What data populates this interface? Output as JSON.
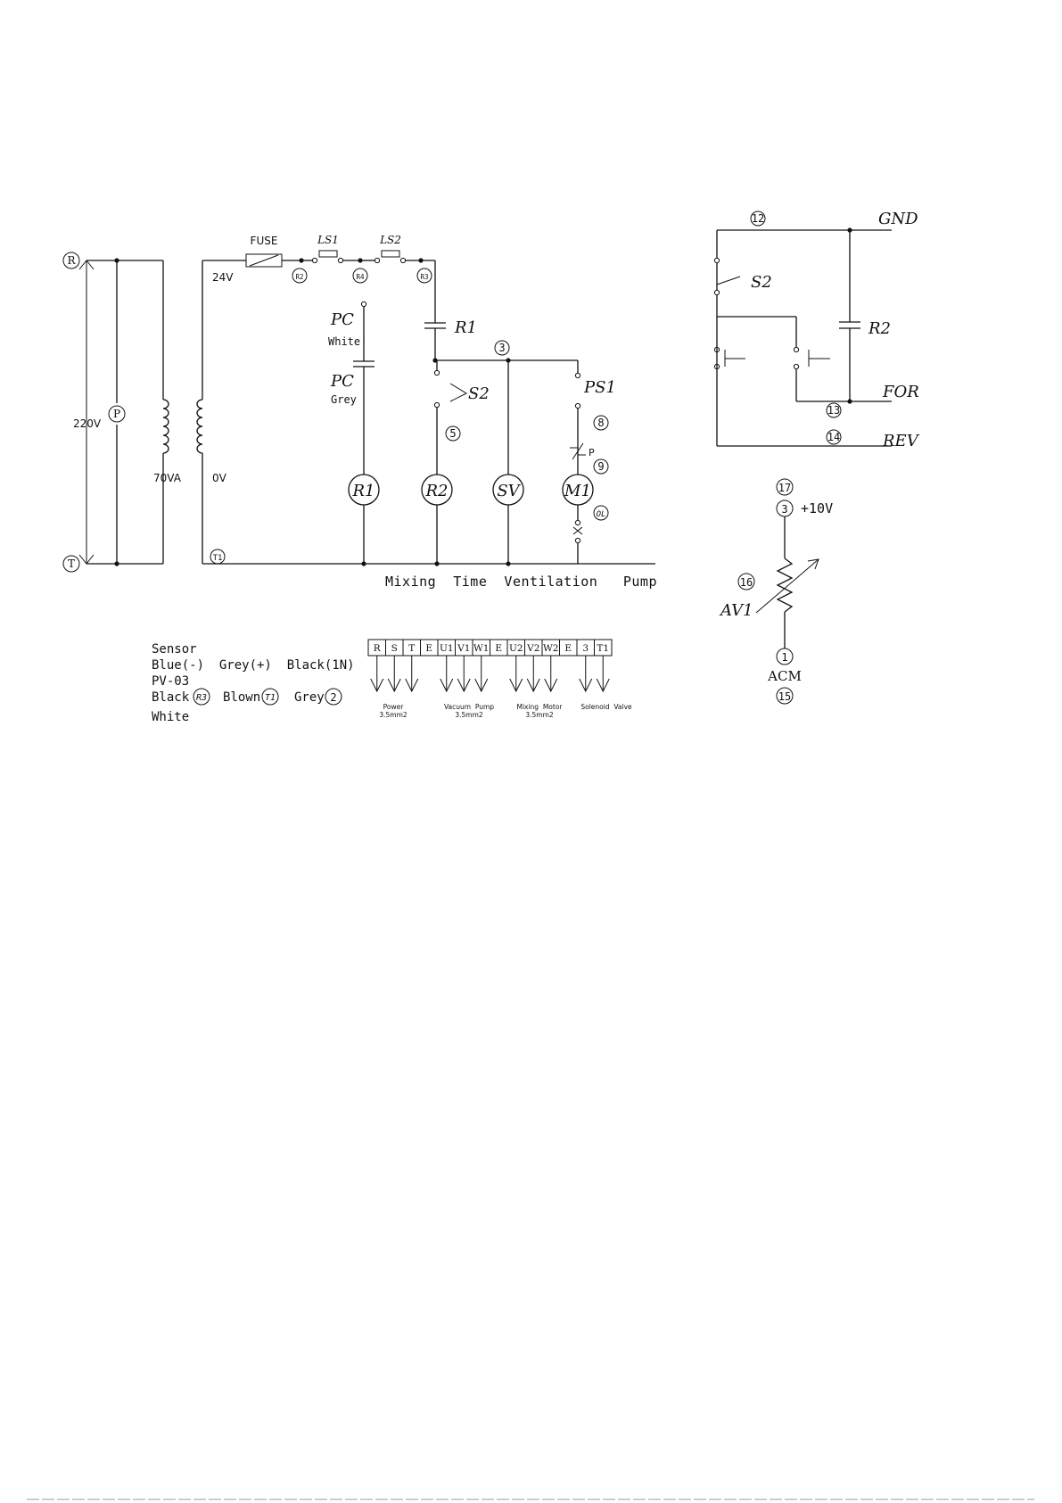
{
  "left_circuit": {
    "supply_voltage": "220V",
    "terminal_r": "R",
    "terminal_t": "T",
    "primary_lamp": "P",
    "transformer_rating": "70VA",
    "secondary_high": "24V",
    "secondary_low": "0V",
    "fuse_label": "FUSE",
    "ls1_label": "LS1",
    "ls2_label": "LS2",
    "node_r2": "R2",
    "node_r4": "R4",
    "node_r3": "R3",
    "node_t1": "T1",
    "pc_top": "PC",
    "pc_top_color": "White",
    "pc_bottom": "PC",
    "pc_bottom_color": "Grey",
    "r1_contact": "R1",
    "node_3": "3",
    "s2_contact": "S2",
    "node_5": "5",
    "ps1_label": "PS1",
    "node_8": "8",
    "p_label": "P",
    "node_9": "9",
    "ol_label": "OL",
    "coil_r1": "R1",
    "coil_r2": "R2",
    "coil_sv": "SV",
    "coil_m1": "M1",
    "caption": "Mixing  Time  Ventilation   Pump"
  },
  "right_circuit": {
    "gnd": "GND",
    "node_12": "12",
    "s2_label": "S2",
    "r2_label": "R2",
    "for_label": "FOR",
    "node_13": "13",
    "node_14": "14",
    "rev_label": "REV",
    "node_17": "17",
    "node_3": "3",
    "plus10v": "+10V",
    "node_16": "16",
    "av1": "AV1",
    "node_1": "1",
    "acm": "ACM",
    "node_15": "15"
  },
  "sensor": {
    "line1": "Sensor",
    "line2": "Blue(-)  Grey(+)  Black(1N)",
    "line3": "PV-03",
    "black": "Black",
    "black_node": "R3",
    "blown": "Blown",
    "blown_node": "T1",
    "grey": "Grey",
    "grey_node": "2",
    "line5": "White"
  },
  "terminal_block": {
    "cells": [
      "R",
      "S",
      "T",
      "E",
      "U1",
      "V1",
      "W1",
      "E",
      "U2",
      "V2",
      "W2",
      "E",
      "3",
      "T1"
    ],
    "groups": [
      {
        "name": "Power",
        "size": "3.5mm2"
      },
      {
        "name": "Vacuum  Pump",
        "size": "3.5mm2"
      },
      {
        "name": "Mixing  Motor",
        "size": "3.5mm2"
      },
      {
        "name": "Solenoid  Valve",
        "size": ""
      }
    ]
  }
}
